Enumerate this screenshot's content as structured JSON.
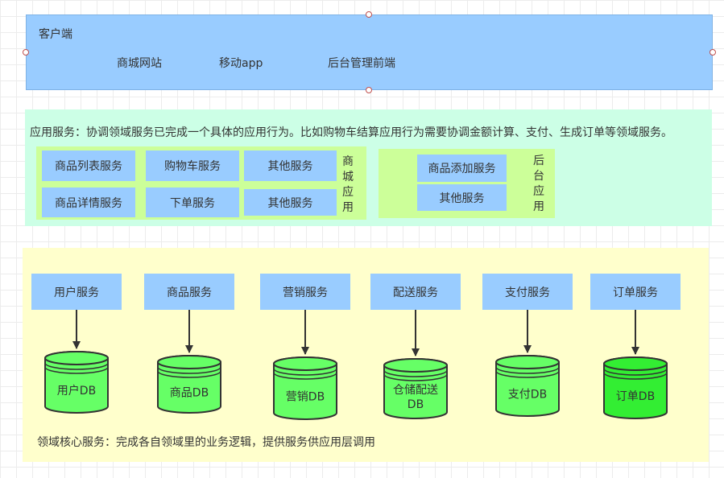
{
  "client": {
    "title": "客户端",
    "items": [
      "商城网站",
      "移动app",
      "后台管理前端"
    ]
  },
  "application": {
    "description": "应用服务：协调领域服务已完成一个具体的应用行为。比如购物车结算应用行为需要协调金额计算、支付、生成订单等领域服务。",
    "mall": {
      "label": "商城应用",
      "services": [
        "商品列表服务",
        "购物车服务",
        "其他服务",
        "商品详情服务",
        "下单服务",
        "其他服务"
      ]
    },
    "admin": {
      "label": "后台应用",
      "services": [
        "商品添加服务",
        "其他服务"
      ]
    }
  },
  "domain": {
    "description": "领域核心服务：完成各自领域里的业务逻辑，提供服务供应用层调用",
    "services": [
      "用户服务",
      "商品服务",
      "营销服务",
      "配送服务",
      "支付服务",
      "订单服务"
    ],
    "databases": [
      "用户DB",
      "商品DB",
      "营销DB",
      "仓储配送\nDB",
      "支付DB",
      "订单DB"
    ]
  },
  "colors": {
    "client_fill": "#99ccff",
    "app_fill": "#ccffe6",
    "group_fill": "#ccff99",
    "domain_fill": "#ffffcc",
    "db_fill": "#66ff66",
    "db_fill_alt": "#33ee33"
  }
}
